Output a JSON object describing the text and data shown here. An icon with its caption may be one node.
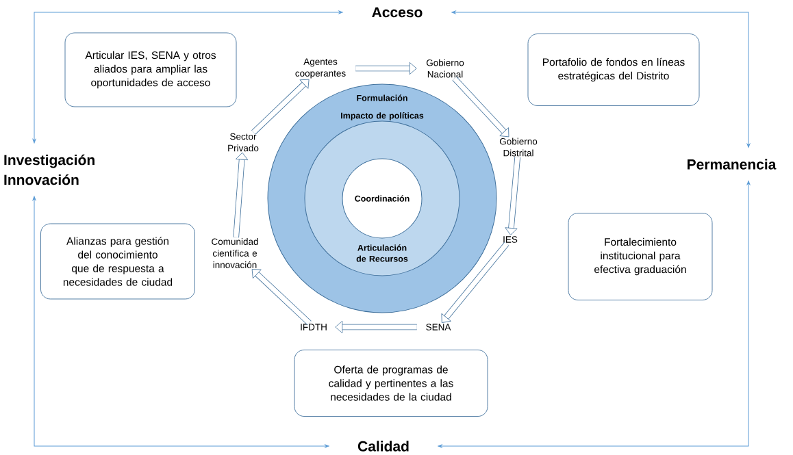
{
  "diagram": {
    "nodes": [
      {
        "text": [
          "Acceso"
        ]
      },
      {
        "text": [
          "Articular IES, SENA y otros aliados para ampliar las oportunidades de acceso"
        ]
      },
      {
        "text": [
          "Agentes cooperantes"
        ]
      },
      {
        "text": [
          "Gobierno Nacional"
        ]
      },
      {
        "text": [
          "Portafolio de fondos en líneas estratégicas del Distrito"
        ]
      },
      {
        "text": [
          "Formulación",
          "Impacto de políticas"
        ]
      },
      {
        "text": [
          "Sector Privado"
        ]
      },
      {
        "text": [
          "Gobierno Distrital"
        ]
      },
      {
        "text": [
          "Investigación Innovación"
        ]
      },
      {
        "text": [
          "Permanencia"
        ]
      },
      {
        "text": [
          "Articulación de Recursos"
        ],
        "in": 5
      },
      {
        "text": [
          "Coordinación"
        ],
        "in": 10
      },
      {
        "text": [
          "Alianzas para gestión del conocimiento que de respuesta a necesidades de ciudad"
        ]
      },
      {
        "text": [
          "Comunidad científica e innovación"
        ]
      },
      {
        "text": [
          "IES"
        ]
      },
      {
        "text": [
          "Fortalecimiento institucional para efectiva graduación"
        ]
      },
      {
        "text": [
          "IFDTH"
        ]
      },
      {
        "text": [
          "SENA"
        ]
      },
      {
        "text": [
          "Oferta de programas de calidad y pertinentes a las necesidades de la ciudad"
        ]
      },
      {
        "text": [
          "Calidad"
        ]
      }
    ],
    "edges": [
      {
        "from": 2,
        "to": 3,
        "arrow": "to"
      },
      {
        "from": 3,
        "to": 7,
        "arrow": "to"
      },
      {
        "from": 7,
        "to": 14,
        "arrow": "to"
      },
      {
        "from": 14,
        "to": 17,
        "arrow": "to"
      },
      {
        "from": 17,
        "to": 16,
        "arrow": "to"
      },
      {
        "from": 16,
        "to": 13,
        "arrow": "to"
      },
      {
        "from": 13,
        "to": 6,
        "arrow": "to"
      },
      {
        "from": 6,
        "to": 2,
        "arrow": "to"
      },
      {
        "from": 8,
        "to": 0,
        "arrow": "both",
        "color": "#5b9bd5"
      },
      {
        "from": 0,
        "to": 9,
        "arrow": "both",
        "color": "#5b9bd5"
      },
      {
        "from": 9,
        "to": 19,
        "arrow": "both",
        "color": "#5b9bd5"
      },
      {
        "from": 19,
        "to": 8,
        "arrow": "both",
        "color": "#5b9bd5"
      }
    ]
  }
}
